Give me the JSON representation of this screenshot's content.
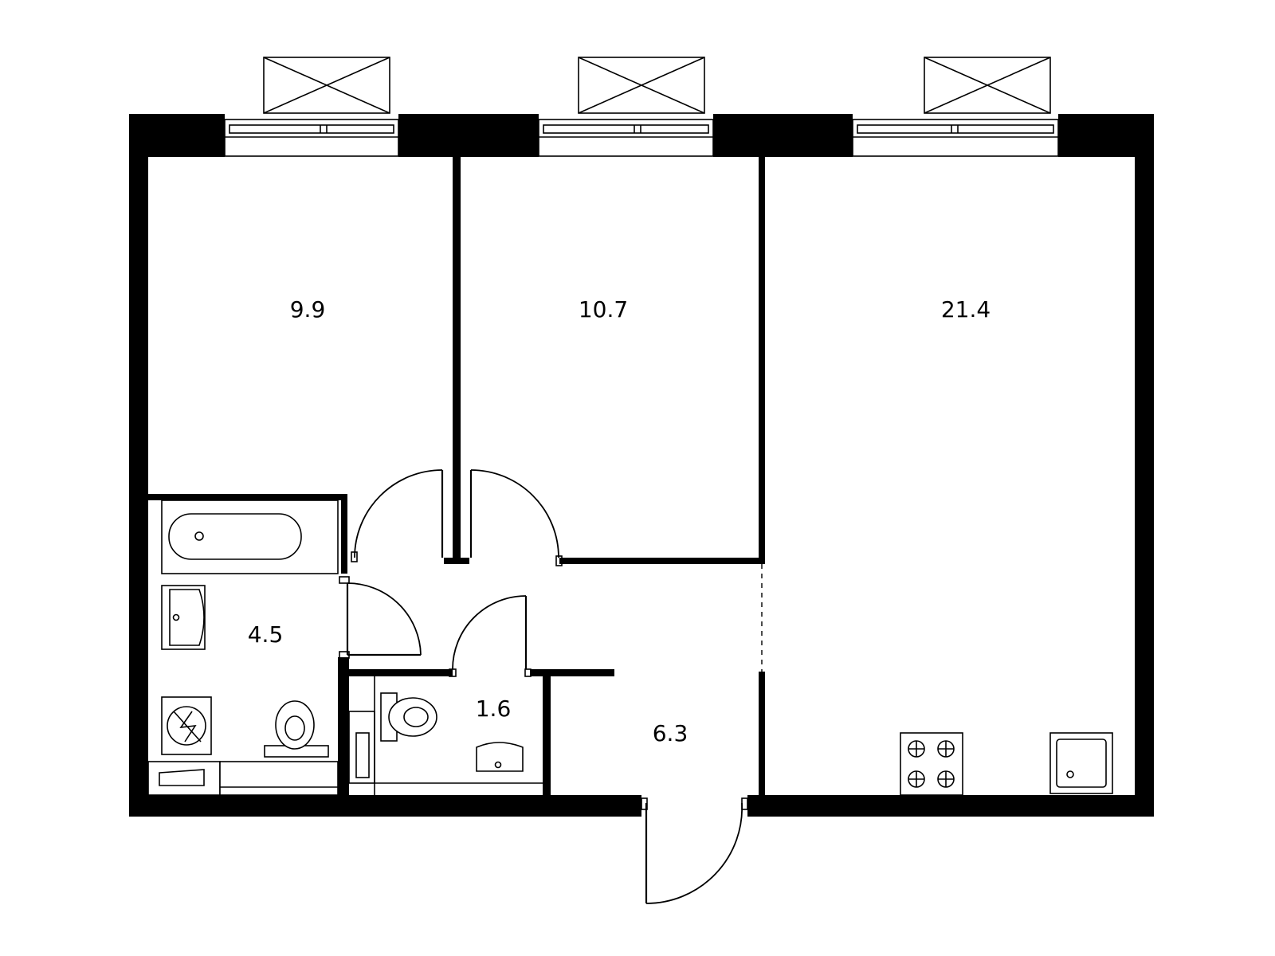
{
  "rooms": [
    {
      "id": "bedroom-left",
      "area": "9.9"
    },
    {
      "id": "bedroom-middle",
      "area": "10.7"
    },
    {
      "id": "living-kitchen",
      "area": "21.4"
    },
    {
      "id": "bathroom",
      "area": "4.5"
    },
    {
      "id": "toilet",
      "area": "1.6"
    },
    {
      "id": "hallway",
      "area": "6.3"
    }
  ],
  "colors": {
    "walls": "#000000",
    "background": "#ffffff"
  },
  "icons": [
    "balcony-icon",
    "window-icon",
    "door-icon",
    "bathtub-icon",
    "sink-icon",
    "toilet-icon",
    "washing-machine-icon",
    "stove-icon",
    "kitchen-sink-icon"
  ]
}
